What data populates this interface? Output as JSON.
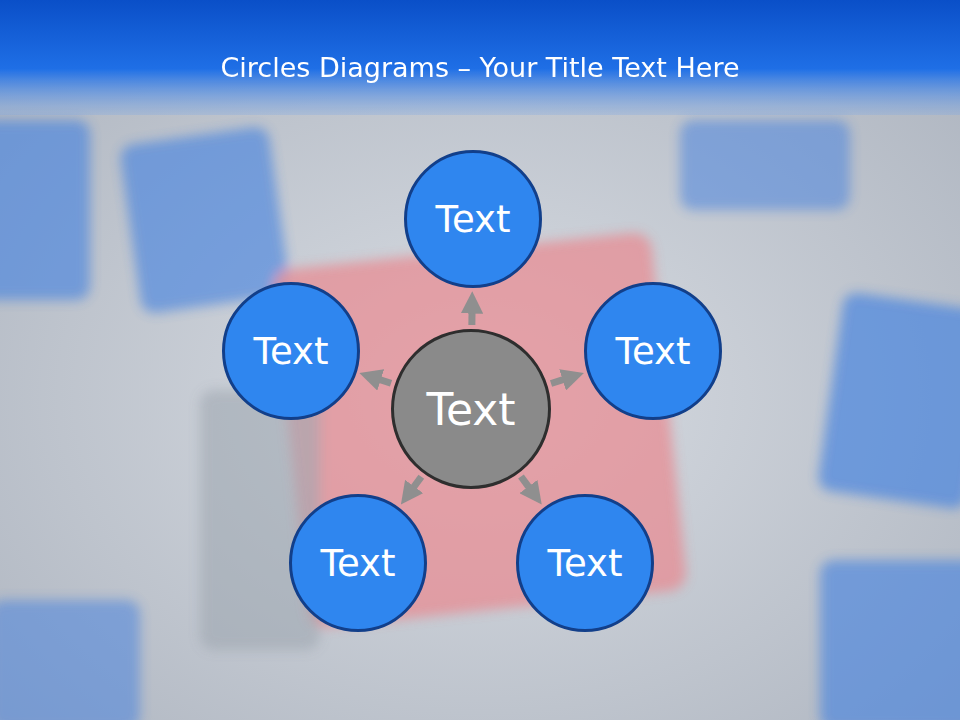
{
  "diagram": {
    "title": "Circles Diagrams – Your Title Text Here",
    "nodes": [
      {
        "text": [
          "Text"
        ]
      },
      {
        "text": [
          "Text"
        ]
      },
      {
        "text": [
          "Text"
        ]
      },
      {
        "text": [
          "Text"
        ]
      },
      {
        "text": [
          "Text"
        ]
      },
      {
        "text": [
          "Text"
        ]
      }
    ],
    "edges": [
      {
        "from": 0,
        "to": 1,
        "arrow": "to"
      },
      {
        "from": 0,
        "to": 2,
        "arrow": "to"
      },
      {
        "from": 0,
        "to": 3,
        "arrow": "to"
      },
      {
        "from": 0,
        "to": 4,
        "arrow": "to"
      },
      {
        "from": 0,
        "to": 5,
        "arrow": "to"
      }
    ]
  }
}
